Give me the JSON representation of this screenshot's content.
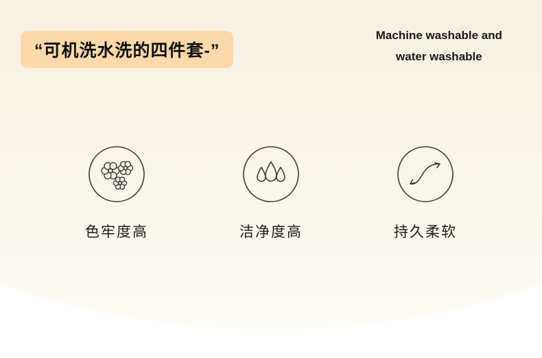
{
  "badge": {
    "text": "“可机洗水洗的四件套-”"
  },
  "heading_en": {
    "line1": "Machine washable and",
    "line2": "water washable"
  },
  "features": [
    {
      "icon": "flowers-icon",
      "label": "色牢度高"
    },
    {
      "icon": "water-drops-icon",
      "label": "洁净度高"
    },
    {
      "icon": "soft-curve-arrows-icon",
      "label": "持久柔软"
    }
  ],
  "colors": {
    "badge_bg": "#fcd9ab",
    "background_cream": "#f8f1e2",
    "text": "#111111",
    "icon_stroke": "#3b3b3b"
  }
}
